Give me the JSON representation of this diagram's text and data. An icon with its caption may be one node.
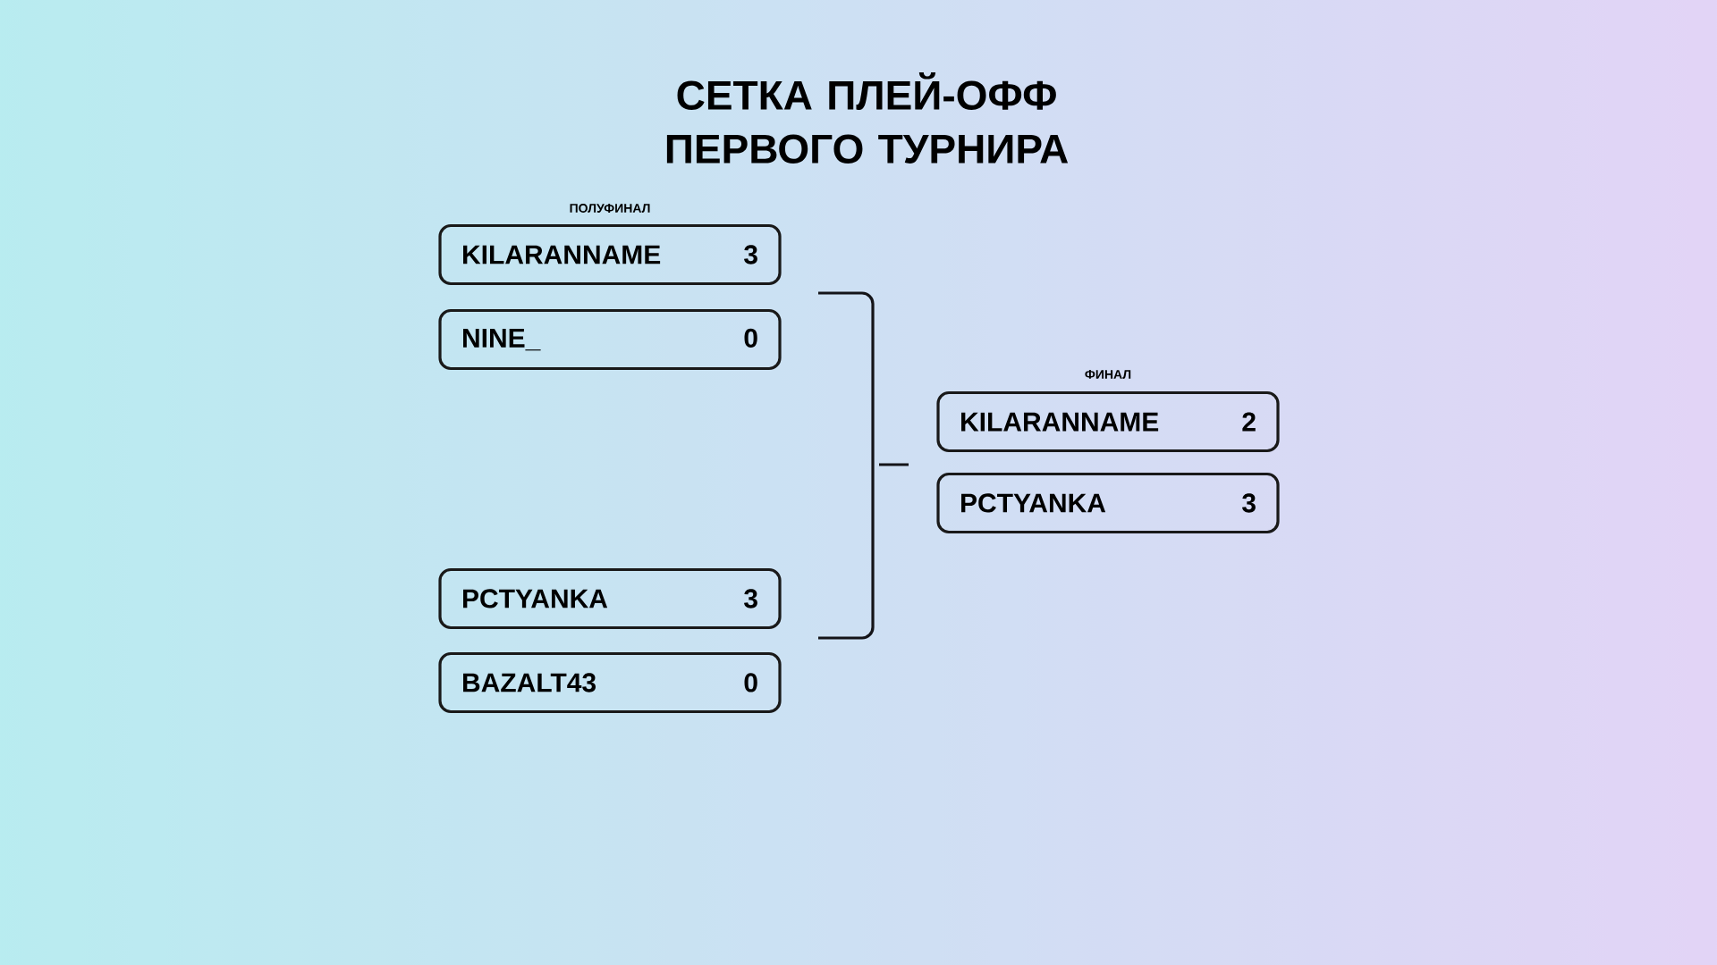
{
  "diagram": {
    "title": "СЕТКА ПЛЕЙ-ОФФ ПЕРВОГО ТУРНИРА",
    "nodes": [
      {
        "text": [
          "KILARANNAME",
          "3"
        ]
      },
      {
        "text": [
          "NINE_",
          "0"
        ]
      },
      {
        "text": [
          "PCTYANKA",
          "3"
        ]
      },
      {
        "text": [
          "BAZALT43",
          "0"
        ]
      },
      {
        "text": [
          "KILARANNAME",
          "2"
        ]
      },
      {
        "text": [
          "PCTYANKA",
          "3"
        ]
      }
    ],
    "labels": [
      "ПОЛУФИНАЛ",
      "ФИНАЛ"
    ]
  }
}
